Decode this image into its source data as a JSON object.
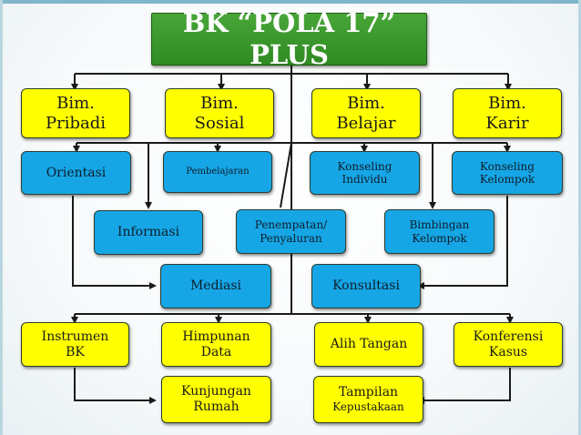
{
  "title": "BK “POLA 17” PLUS",
  "bidang": [
    {
      "line1": "Bim.",
      "line2": "Pribadi"
    },
    {
      "line1": "Bim.",
      "line2": "Sosial"
    },
    {
      "line1": "Bim.",
      "line2": "Belajar"
    },
    {
      "line1": "Bim.",
      "line2": "Karir"
    }
  ],
  "layanan": {
    "orientasi": "Orientasi",
    "pembelajaran": "Pembelajaran",
    "konseling_individu": {
      "line1": "Konseling",
      "line2": "Individu"
    },
    "konseling_kelompok": {
      "line1": "Konseling",
      "line2": "Kelompok"
    },
    "informasi": "Informasi",
    "penempatan": {
      "line1": "Penempatan/",
      "line2": "Penyaluran"
    },
    "bimbingan_kelompok": {
      "line1": "Bimbingan",
      "line2": "Kelompok"
    },
    "mediasi": "Mediasi",
    "konsultasi": "Konsultasi"
  },
  "pendukung": {
    "instrumen": {
      "line1": "Instrumen",
      "line2": "BK"
    },
    "himpunan": {
      "line1": "Himpunan",
      "line2": "Data"
    },
    "alih_tangan": "Alih Tangan",
    "konferensi": {
      "line1": "Konferensi",
      "line2": "Kasus"
    },
    "kunjungan": {
      "line1": "Kunjungan",
      "line2": "Rumah"
    },
    "tampilan": {
      "line1": "Tampilan",
      "line2": "Kepustakaan"
    }
  },
  "colors": {
    "title_green": "#3a9a2c",
    "bidang_yellow": "#ffff00",
    "layanan_blue": "#16a6e6",
    "connector": "#1a1a1a"
  }
}
